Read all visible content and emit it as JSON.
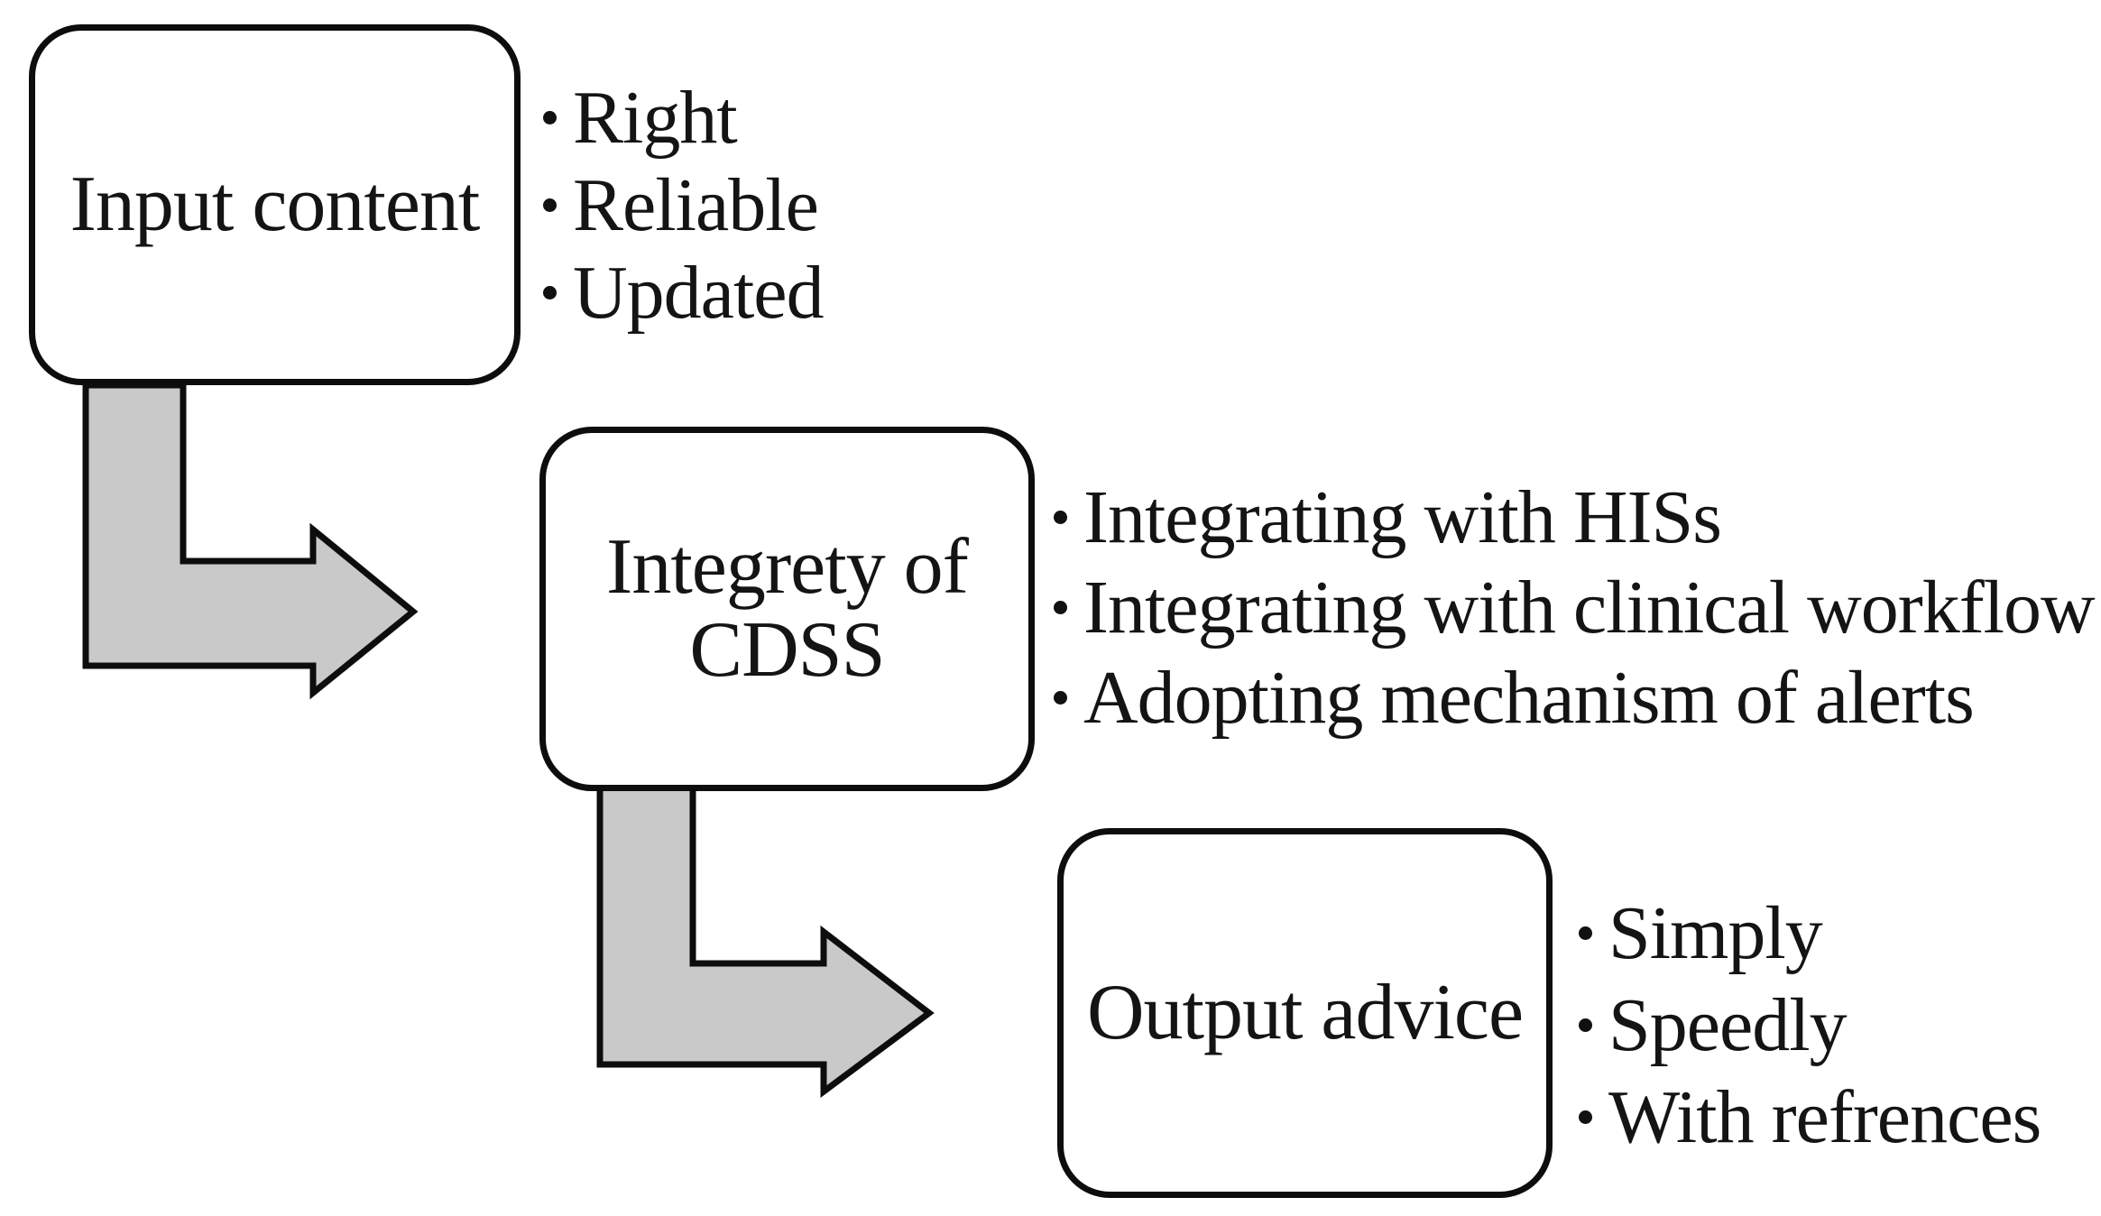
{
  "colors": {
    "background": "#ffffff",
    "box_fill": "#ffffff",
    "stroke": "#0d0d0d",
    "arrow_fill": "#c9c9c9",
    "text": "#141414"
  },
  "steps": [
    {
      "id": "input-content",
      "label": "Input content",
      "bullets": [
        "Right",
        "Reliable",
        "Updated"
      ]
    },
    {
      "id": "integrety-of-cdss",
      "label": "Integrety of CDSS",
      "label_lines": [
        "Integrety of",
        "CDSS"
      ],
      "bullets": [
        "Integrating with HISs",
        "Integrating with clinical workflow",
        "Adopting mechanism of alerts"
      ]
    },
    {
      "id": "output-advice",
      "label": "Output advice",
      "bullets": [
        "Simply",
        "Speedly",
        "With refrences"
      ]
    }
  ],
  "connectors": [
    {
      "from": "input-content",
      "to": "integrety-of-cdss",
      "shape": "bent-arrow-down-right"
    },
    {
      "from": "integrety-of-cdss",
      "to": "output-advice",
      "shape": "bent-arrow-down-right"
    }
  ]
}
